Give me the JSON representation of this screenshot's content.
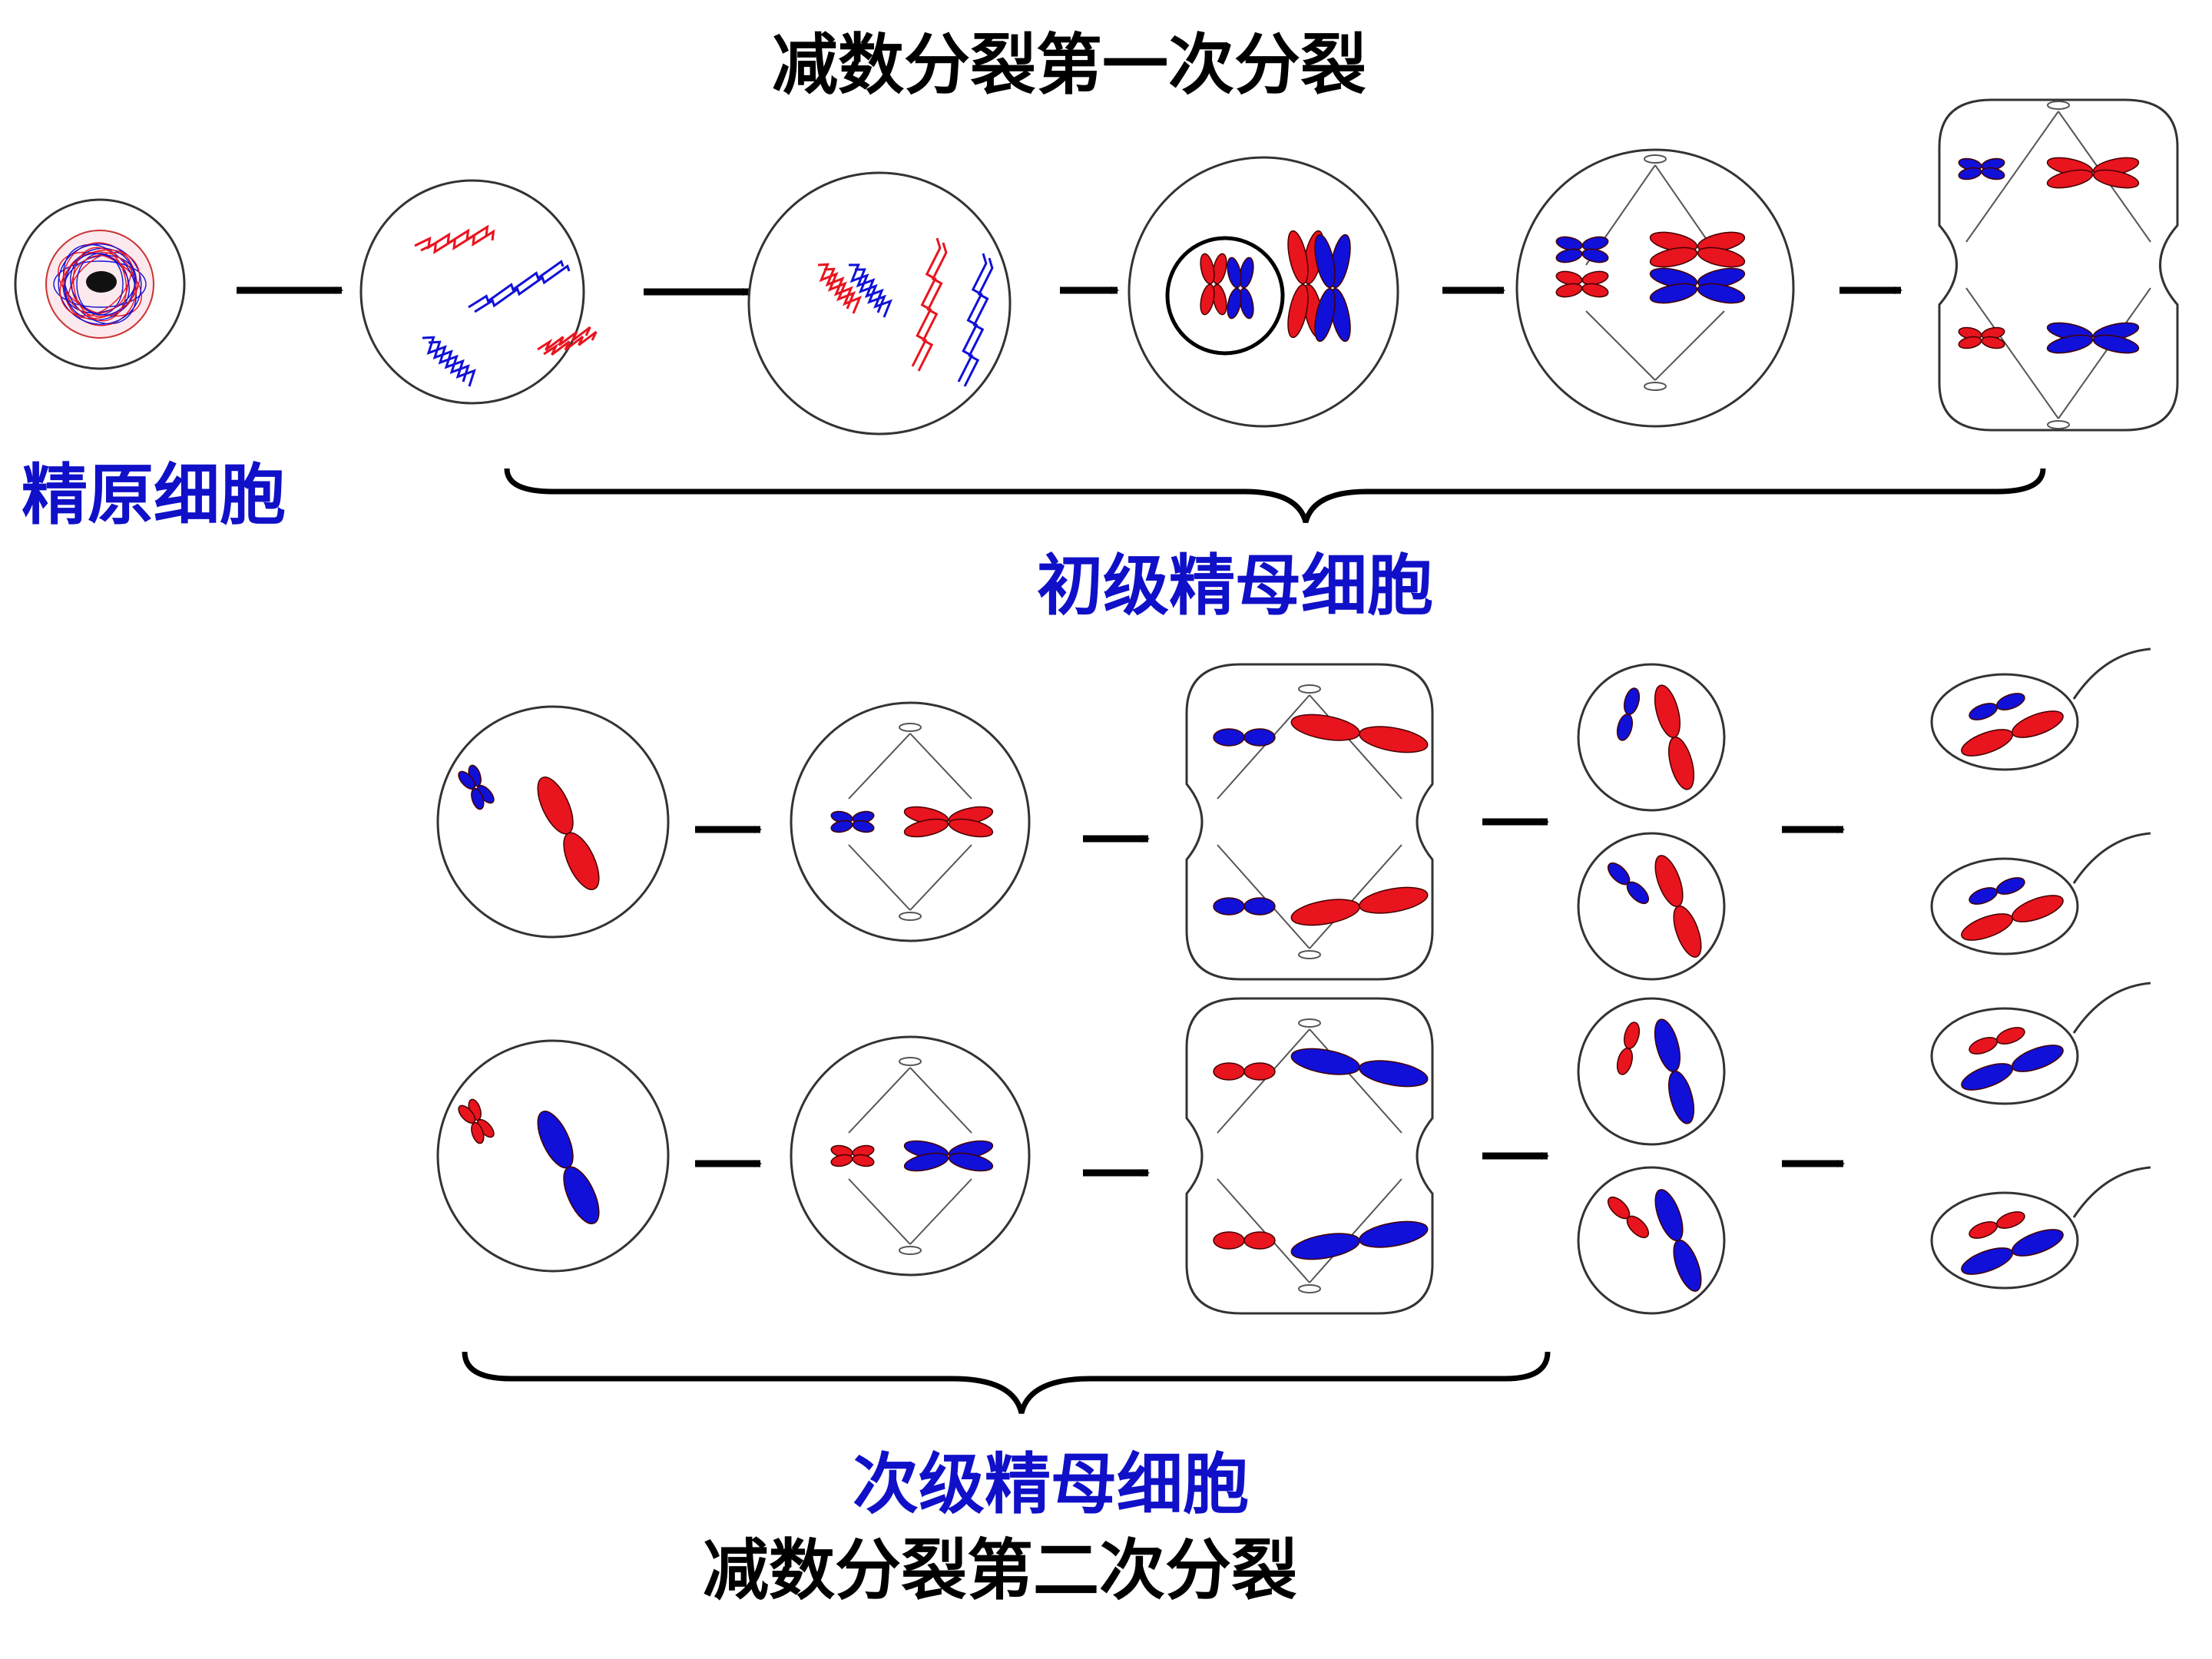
{
  "title_top": "减数分裂第一次分裂",
  "title_bottom": "减数分裂第二次分裂",
  "labels": {
    "spermatogonium": "精原细胞",
    "primary_spermatocyte": "初级精母细胞",
    "secondary_spermatocyte": "次级精母细胞"
  },
  "colors": {
    "chromosome_red": "#e8141e",
    "chromosome_blue": "#1010d8",
    "label_blue": "#1010c8",
    "outline": "#333333"
  }
}
